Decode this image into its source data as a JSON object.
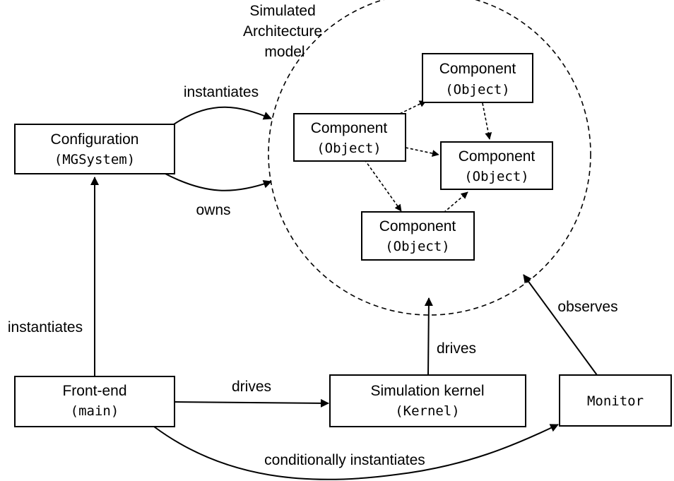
{
  "model_label": [
    "Simulated",
    "Architecture",
    "model"
  ],
  "nodes": {
    "configuration": {
      "label": "Configuration",
      "code": "(MGSystem)"
    },
    "frontend": {
      "label": "Front-end",
      "code": "(main)"
    },
    "kernel": {
      "label": "Simulation kernel",
      "code": "(Kernel)"
    },
    "monitor": {
      "code": "Monitor"
    },
    "component_top": {
      "label": "Component",
      "code": "(Object)"
    },
    "component_left": {
      "label": "Component",
      "code": "(Object)"
    },
    "component_right": {
      "label": "Component",
      "code": "(Object)"
    },
    "component_bottom": {
      "label": "Component",
      "code": "(Object)"
    }
  },
  "edges": {
    "config_instantiates": "instantiates",
    "config_owns": "owns",
    "frontend_instantiates": "instantiates",
    "frontend_drives": "drives",
    "kernel_drives": "drives",
    "monitor_observes": "observes",
    "conditionally_instantiates": "conditionally instantiates"
  }
}
